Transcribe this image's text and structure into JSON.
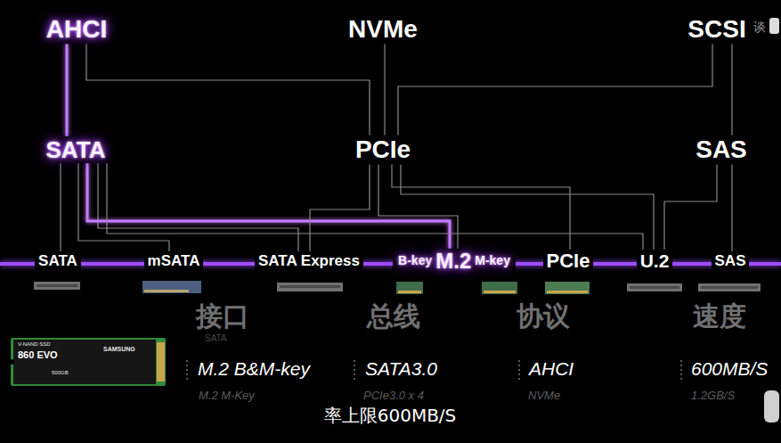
{
  "diagram": {
    "caption": "率上限600MB/S",
    "nodes": [
      {
        "text": [
          "AHCI"
        ]
      },
      {
        "text": [
          "NVMe"
        ]
      },
      {
        "text": [
          "SCSI"
        ]
      },
      {
        "text": [
          "SATA"
        ]
      },
      {
        "text": [
          "PCIe"
        ]
      },
      {
        "text": [
          "SAS"
        ]
      },
      {
        "text": [
          "SATA"
        ]
      },
      {
        "text": [
          "mSATA"
        ]
      },
      {
        "text": [
          "SATA Express"
        ]
      },
      {
        "text": [
          "B-key",
          "M.2",
          "M-key"
        ]
      },
      {
        "text": [
          "PCIe"
        ]
      },
      {
        "text": [
          "U.2"
        ]
      },
      {
        "text": [
          "SAS"
        ]
      }
    ],
    "edges": [
      {
        "from": 0,
        "to": 3,
        "arrow": "none"
      },
      {
        "from": 0,
        "to": 4,
        "arrow": "none"
      },
      {
        "from": 1,
        "to": 4,
        "arrow": "none"
      },
      {
        "from": 2,
        "to": 5,
        "arrow": "none"
      },
      {
        "from": 2,
        "to": 4,
        "arrow": "none"
      },
      {
        "from": 3,
        "to": 6,
        "arrow": "none"
      },
      {
        "from": 3,
        "to": 7,
        "arrow": "none"
      },
      {
        "from": 3,
        "to": 8,
        "arrow": "none"
      },
      {
        "from": 3,
        "to": 9,
        "arrow": "none"
      },
      {
        "from": 3,
        "to": 11,
        "arrow": "none"
      },
      {
        "from": 4,
        "to": 8,
        "arrow": "none"
      },
      {
        "from": 4,
        "to": 9,
        "arrow": "none"
      },
      {
        "from": 4,
        "to": 10,
        "arrow": "none"
      },
      {
        "from": 4,
        "to": 11,
        "arrow": "none"
      },
      {
        "from": 5,
        "to": 11,
        "arrow": "none"
      },
      {
        "from": 5,
        "to": 12,
        "arrow": "none"
      }
    ],
    "labels": [
      "谈",
      "V-NAND SSD",
      "860 EVO",
      "SAMSUNG",
      "500GB",
      "接口",
      "总线",
      "协议",
      "速度",
      "SATA",
      "M.2 B&M-key",
      "SATA3.0",
      "AHCI",
      "600MB/S",
      "M.2 M-Key",
      "PCIe3.0 x 4",
      "NVMe",
      "1.2GB/S"
    ]
  }
}
